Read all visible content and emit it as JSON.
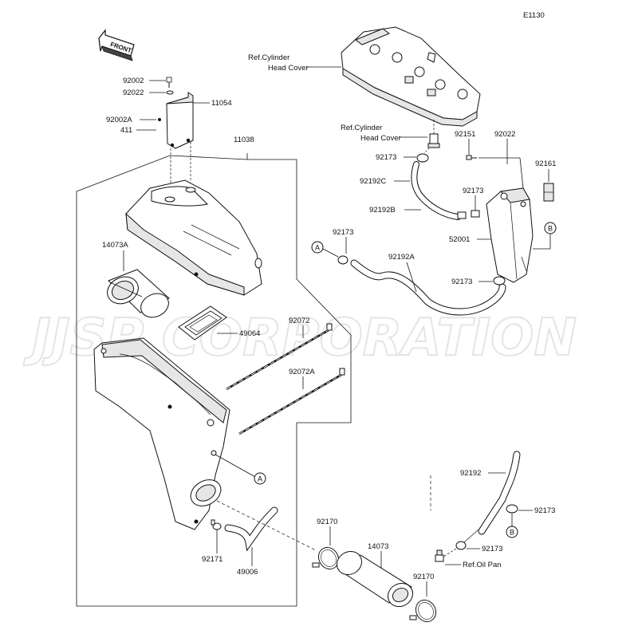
{
  "diagram_code": "E1130",
  "front_label": "FRONT",
  "watermark": "JJSP CORPORATION",
  "ref_labels": {
    "cylinder_head_cover_1": "Ref.Cylinder Head Cover",
    "cylinder_head_cover_2": "Ref.Cylinder Head Cover",
    "oil_pan": "Ref.Oil Pan"
  },
  "ref_lines": {
    "chc1_a": "Ref.Cylinder",
    "chc1_b": "Head Cover",
    "chc2_a": "Ref.Cylinder",
    "chc2_b": "Head Cover"
  },
  "markers": {
    "a": "A",
    "b": "B"
  },
  "parts": {
    "p92002": "92002",
    "p92022_left": "92022",
    "p11054": "11054",
    "p92002A": "92002A",
    "p411": "411",
    "p11038": "11038",
    "p14073A": "14073A",
    "p49064": "49064",
    "p92072": "92072",
    "p92072A": "92072A",
    "p92171": "92171",
    "p49006": "49006",
    "p92170_top": "92170",
    "p14073": "14073",
    "p92170_bot": "92170",
    "p92151": "92151",
    "p92022_right": "92022",
    "p92161": "92161",
    "p92173_top": "92173",
    "p92192C": "92192C",
    "p92173_mid": "92173",
    "p92192B": "92192B",
    "p52001": "52001",
    "p92173_left": "92173",
    "p92192A": "92192A",
    "p92173_low": "92173",
    "p92192": "92192",
    "p92173_r": "92173",
    "p92173_op": "92173"
  }
}
